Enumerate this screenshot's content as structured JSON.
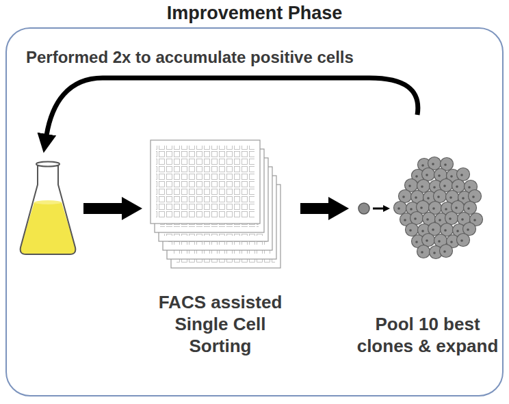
{
  "diagram": {
    "nodes": [
      {
        "text": [
          "Improvement Phase"
        ]
      },
      {
        "text": [
          "FACS assisted Single Cell Sorting"
        ],
        "in": 0
      },
      {
        "text": [
          "Pool 10 best clones & expand"
        ],
        "in": 0
      }
    ],
    "edges": [
      {
        "from": 1,
        "to": 2,
        "arrow": "to"
      }
    ],
    "labels": [
      "Performed 2x to accumulate positive cells"
    ]
  }
}
